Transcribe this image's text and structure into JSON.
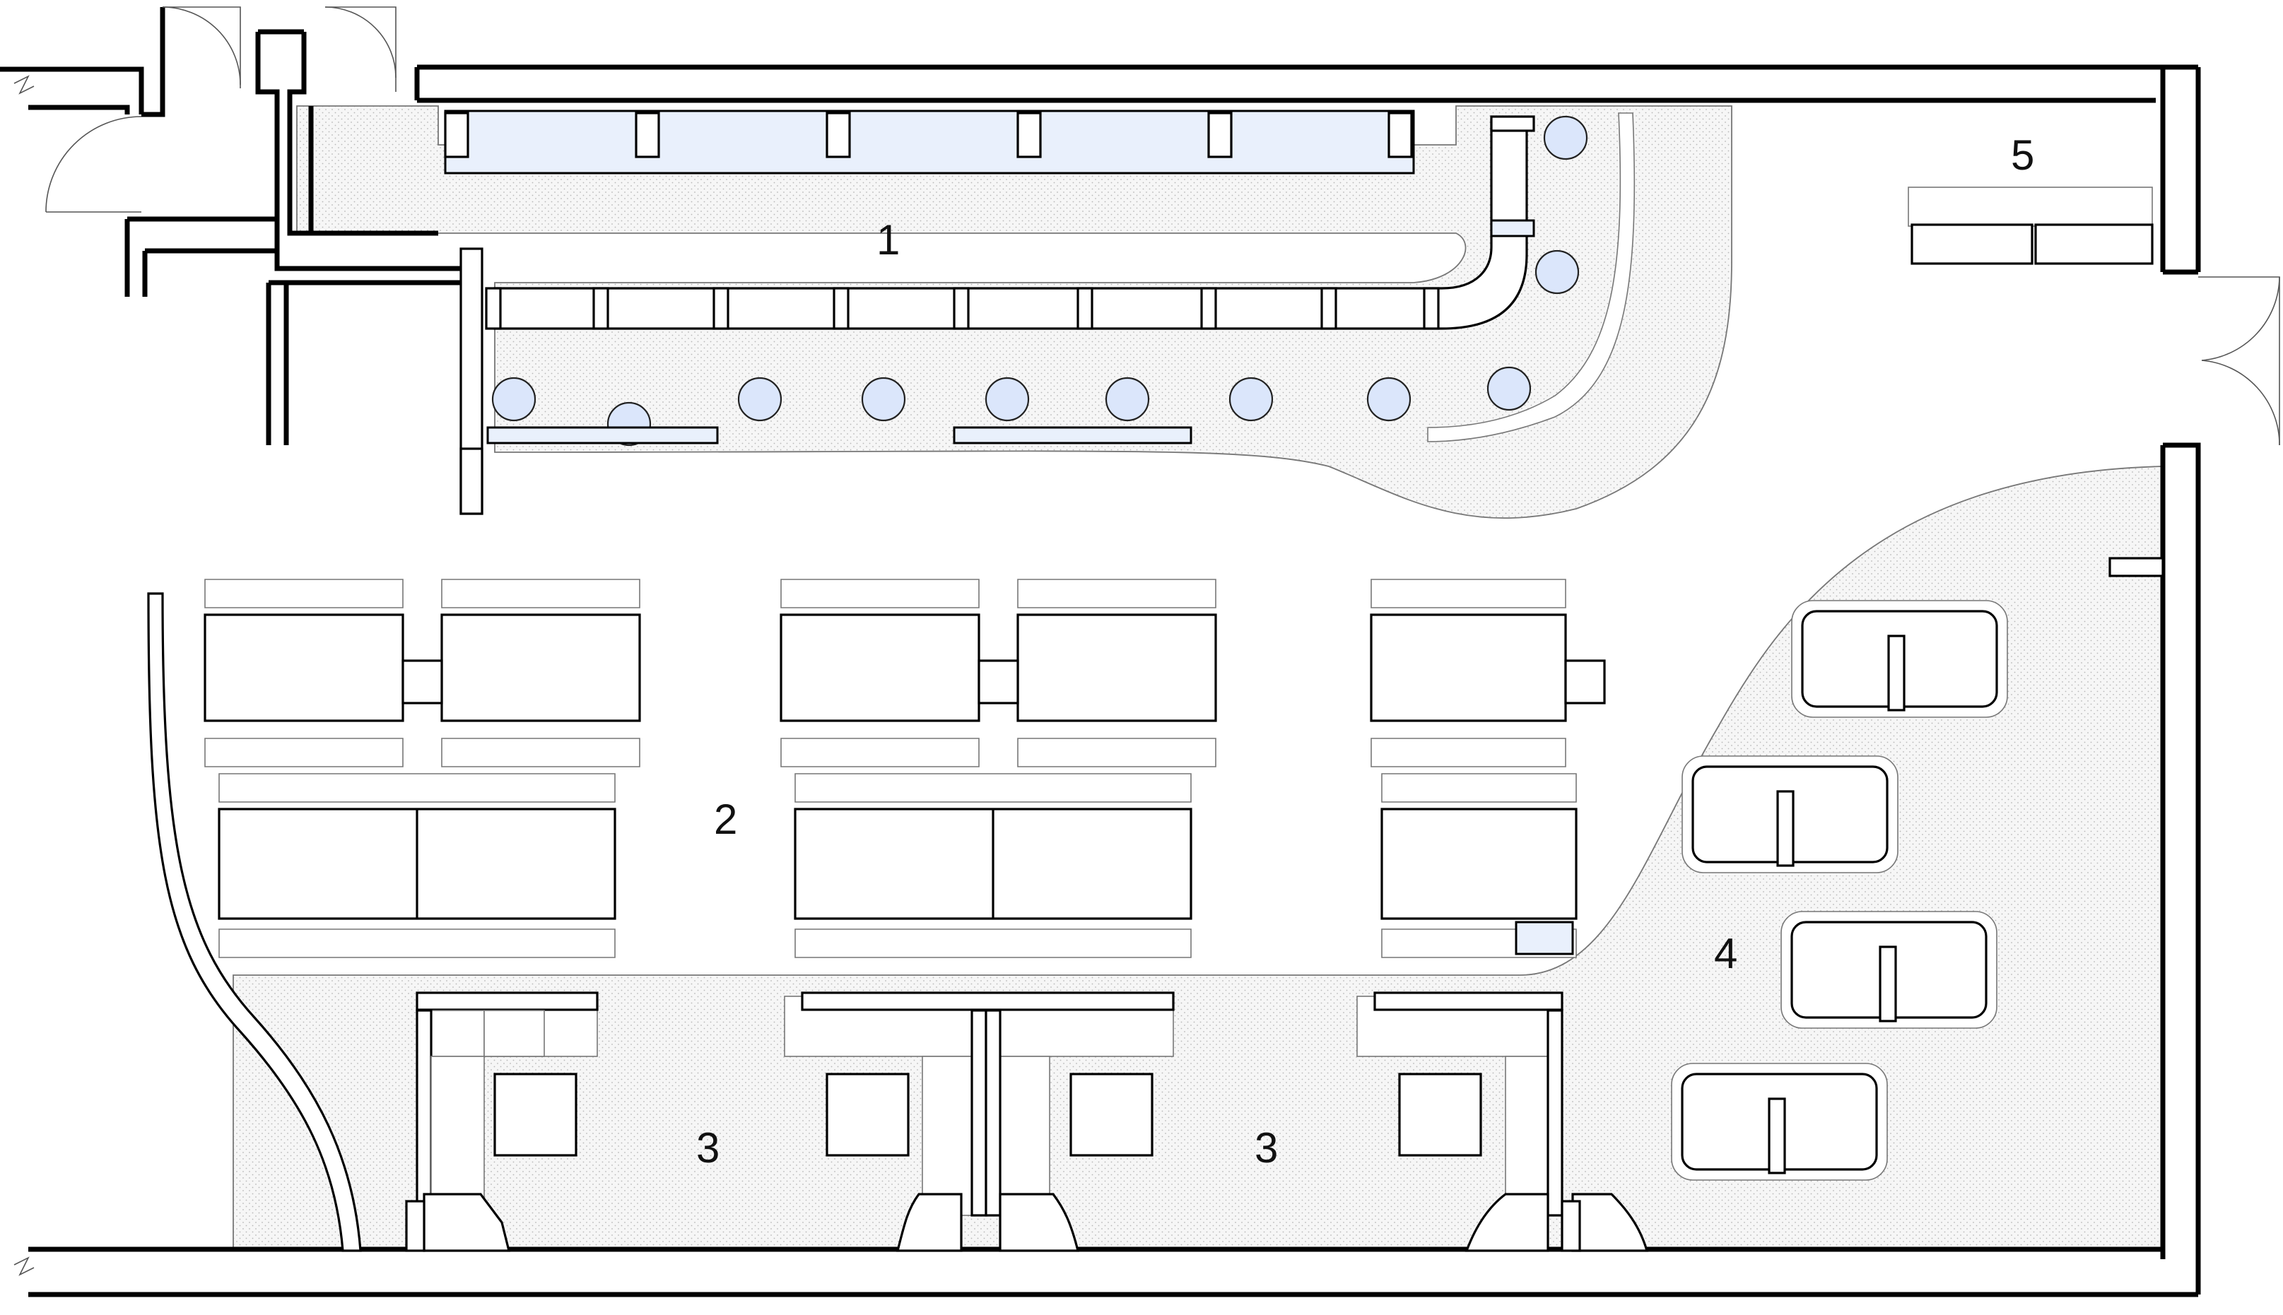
{
  "zones": [
    {
      "label": "1"
    },
    {
      "label": "2"
    },
    {
      "label": "3"
    },
    {
      "label": "3"
    },
    {
      "label": "4"
    },
    {
      "label": "5"
    }
  ],
  "colors": {
    "glass": "#e9f0fc",
    "stool": "#dbe6fb",
    "floor_pattern": "#b9b9b9",
    "wall": "#000000"
  }
}
